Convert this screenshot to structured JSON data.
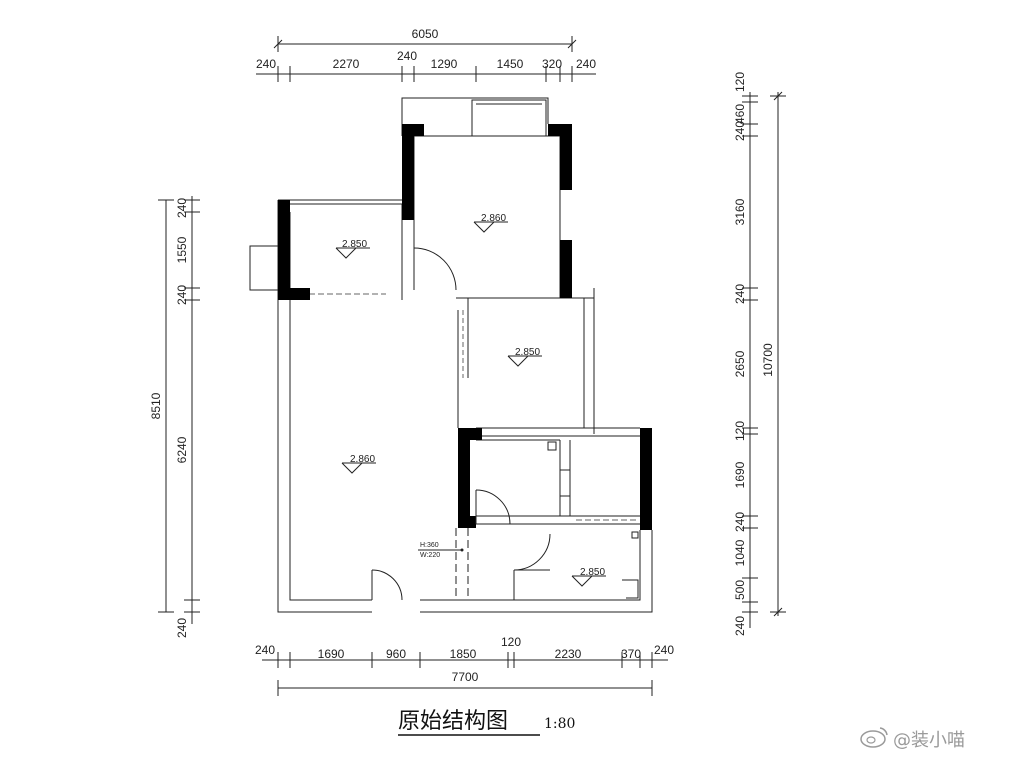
{
  "drawing": {
    "title": "原始结构图",
    "scale": "1:80",
    "watermark": "@装小喵"
  },
  "top_dims": {
    "total": "6050",
    "segments": [
      "240",
      "2270",
      "240",
      "1290",
      "1450",
      "320",
      "240"
    ]
  },
  "bottom_dims": {
    "total": "7700",
    "segments": [
      "240",
      "1690",
      "960",
      "1850",
      "120",
      "2230",
      "370",
      "240"
    ]
  },
  "left_dims": {
    "total": "8510",
    "segments": [
      "240",
      "1550",
      "240",
      "6240",
      "240"
    ]
  },
  "right_dims": {
    "total": "10700",
    "segments": [
      "120",
      "460",
      "240",
      "3160",
      "240",
      "2650",
      "120",
      "1690",
      "240",
      "1040",
      "500",
      "240"
    ]
  },
  "room_levels": [
    "2.860",
    "2.850",
    "2.850",
    "2.860",
    "2.850"
  ],
  "opening_note": {
    "h": "H:360",
    "w": "W:220"
  }
}
